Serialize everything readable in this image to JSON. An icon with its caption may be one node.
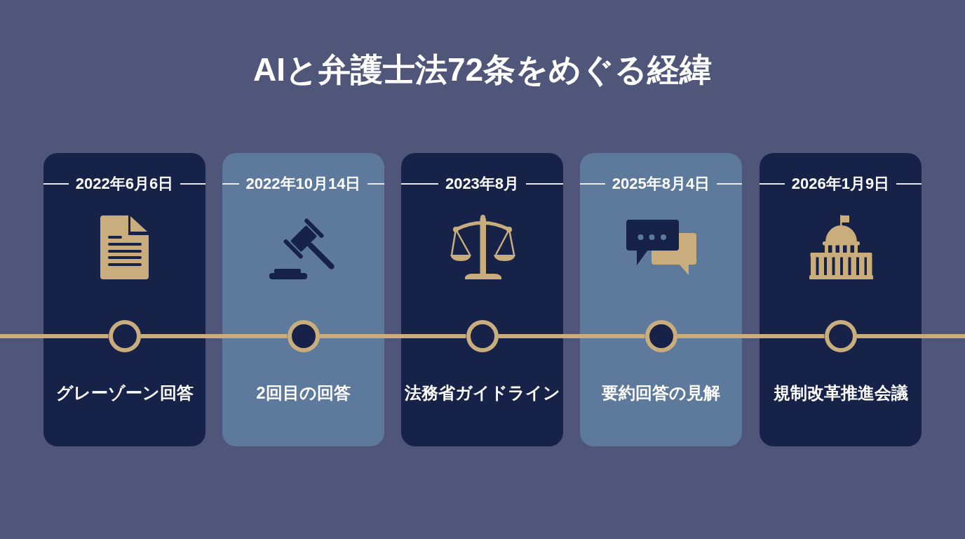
{
  "diagram": {
    "title": "AIと弁護士法72条をめぐる経緯",
    "nodes": [
      {
        "text": [
          "2022年6月6日",
          "グレーゾーン回答"
        ]
      },
      {
        "text": [],
        "shape": "circle",
        "in": 0
      },
      {
        "text": [
          "2022年10月14日",
          "2回目の回答"
        ]
      },
      {
        "text": [],
        "shape": "circle",
        "in": 2
      },
      {
        "text": [
          "2023年8月",
          "法務省ガイドライン"
        ]
      },
      {
        "text": [],
        "shape": "circle",
        "in": 4
      },
      {
        "text": [
          "2025年8月4日",
          "要約回答の見解"
        ]
      },
      {
        "text": [],
        "shape": "circle",
        "in": 6
      },
      {
        "text": [
          "2026年1月9日",
          "規制改革推進会議"
        ]
      },
      {
        "text": [],
        "shape": "circle",
        "in": 8
      }
    ],
    "edges": [
      {
        "from": null,
        "to": 1,
        "arrow": "none"
      },
      {
        "from": 1,
        "to": 3,
        "arrow": "none"
      },
      {
        "from": 3,
        "to": 5,
        "arrow": "none"
      },
      {
        "from": 5,
        "to": 7,
        "arrow": "none"
      },
      {
        "from": 7,
        "to": 9,
        "arrow": "none"
      },
      {
        "from": 9,
        "to": null,
        "arrow": "none"
      }
    ]
  }
}
